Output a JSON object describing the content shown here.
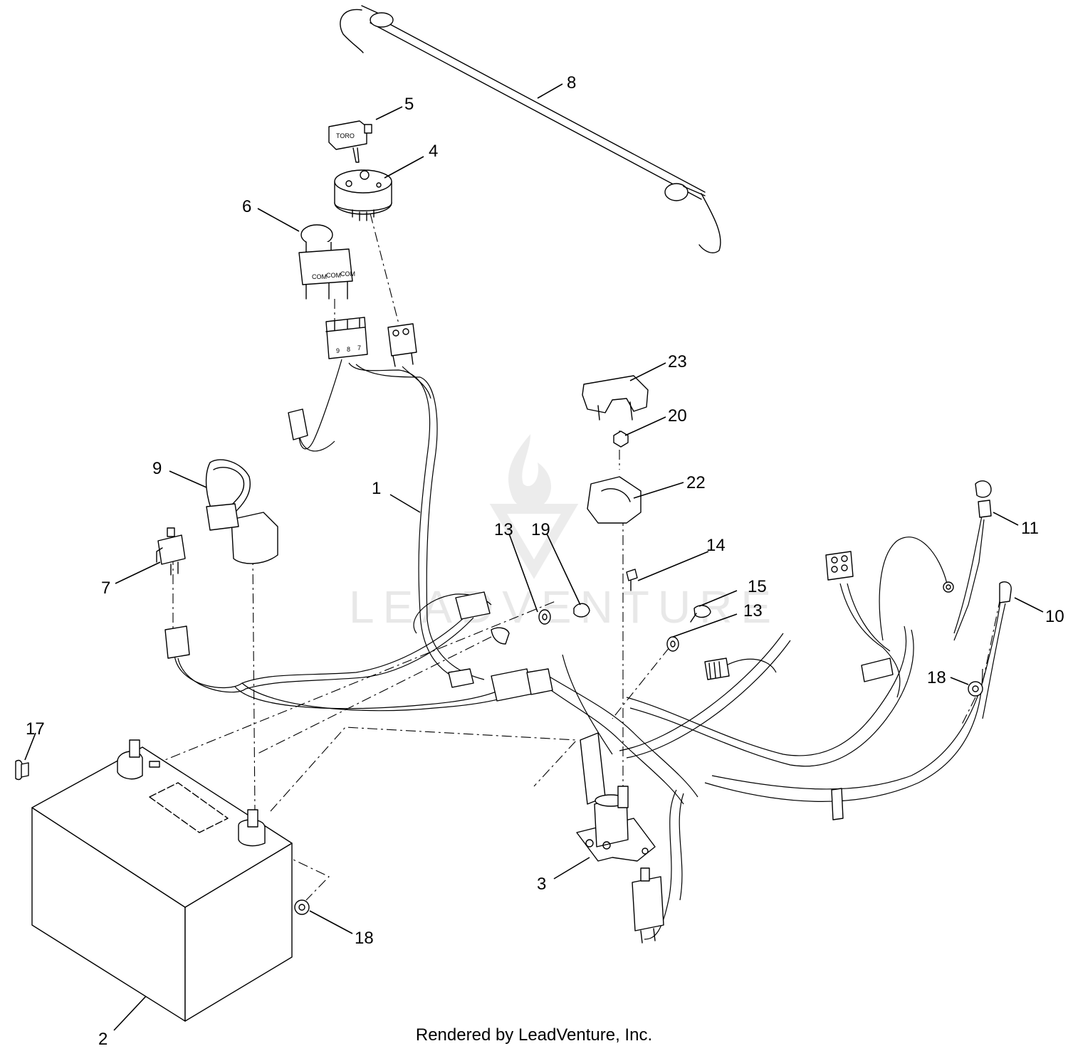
{
  "brand_key_label": "TORO",
  "switch_pin_labels": [
    "COM",
    "COM",
    "COM"
  ],
  "connector_pin_labels": [
    "9",
    "8",
    "7"
  ],
  "watermark_text": "LEADVENTURE",
  "footer_text": "Rendered by LeadVenture, Inc.",
  "callouts": {
    "c1": "1",
    "c2": "2",
    "c3": "3",
    "c4": "4",
    "c5": "5",
    "c6": "6",
    "c7": "7",
    "c8": "8",
    "c9": "9",
    "c10": "10",
    "c11": "11",
    "c13a": "13",
    "c13b": "13",
    "c14": "14",
    "c15": "15",
    "c17": "17",
    "c18a": "18",
    "c18b": "18",
    "c19": "19",
    "c20": "20",
    "c22": "22",
    "c23": "23"
  }
}
